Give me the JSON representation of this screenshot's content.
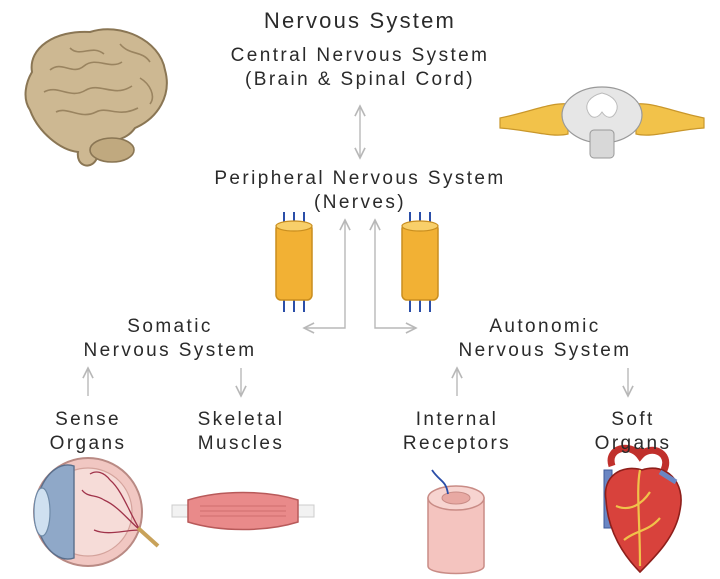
{
  "title": "Nervous System",
  "cns": {
    "line1": "Central Nervous System",
    "line2": "(Brain & Spinal Cord)"
  },
  "pns": {
    "line1": "Peripheral Nervous System",
    "line2": "(Nerves)"
  },
  "somatic": {
    "line1": "Somatic",
    "line2": "Nervous System"
  },
  "autonomic": {
    "line1": "Autonomic",
    "line2": "Nervous System"
  },
  "sense_organs": {
    "line1": "Sense",
    "line2": "Organs"
  },
  "skeletal_muscles": {
    "line1": "Skeletal",
    "line2": "Muscles"
  },
  "internal_receptors": {
    "line1": "Internal",
    "line2": "Receptors"
  },
  "soft_organs": {
    "line1": "Soft",
    "line2": "Organs"
  },
  "colors": {
    "arrow": "#b8b8b8",
    "nerve": "#f2b134",
    "brain": "#cdb892",
    "muscle": "#e98a8a"
  },
  "icons": [
    "brain-icon",
    "spinal-cord-icon",
    "nerve-bundle-icon",
    "eye-icon",
    "muscle-icon",
    "blood-vessel-icon",
    "heart-icon"
  ]
}
